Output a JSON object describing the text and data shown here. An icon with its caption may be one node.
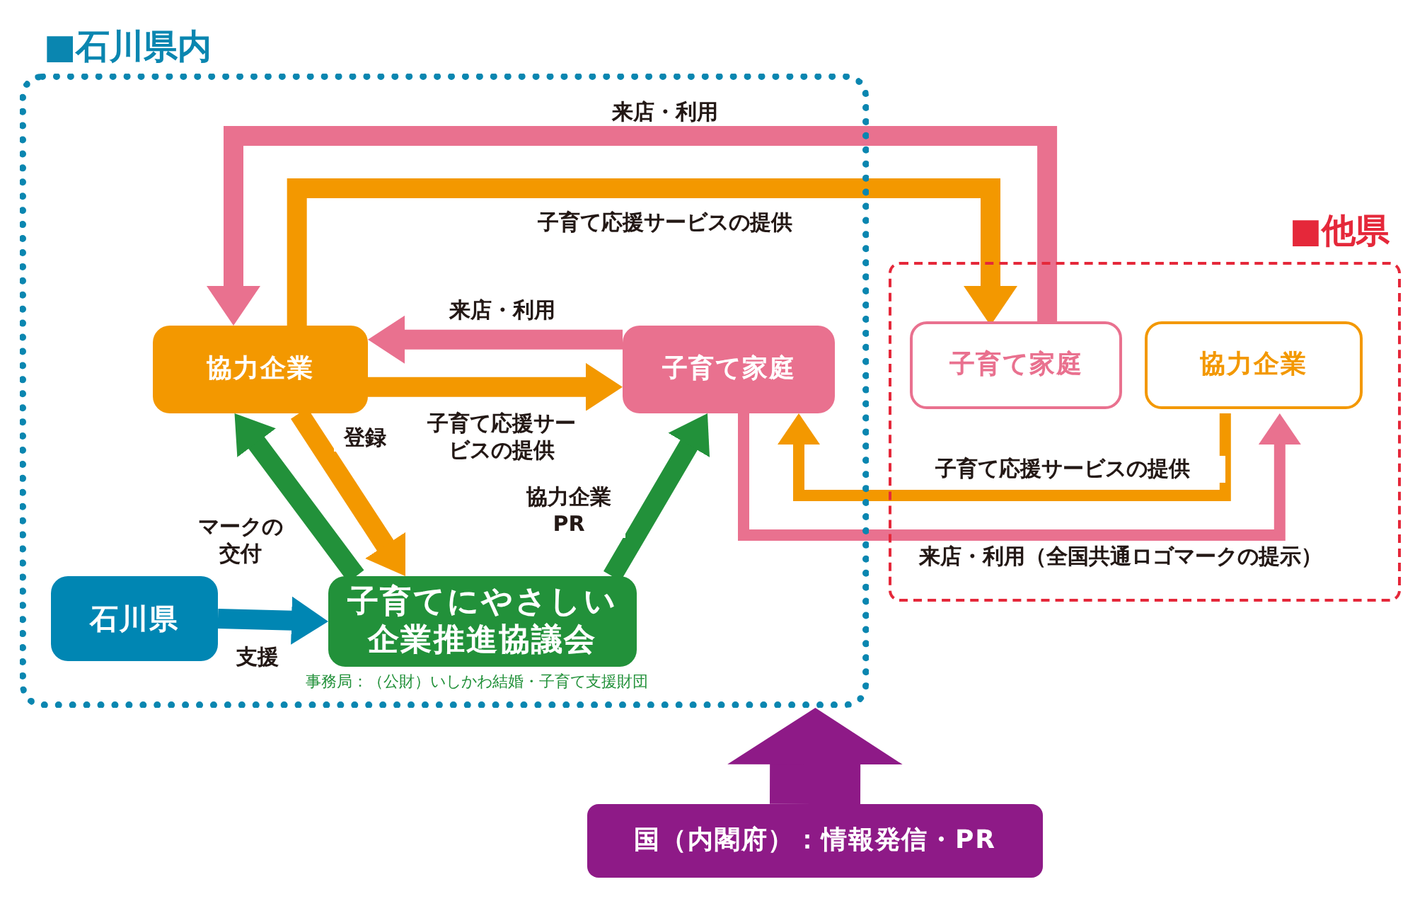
{
  "diagram": {
    "nodes": [
      {
        "text": [
          "■石川県内"
        ]
      },
      {
        "text": [
          "■他県"
        ]
      },
      {
        "text": [
          "協力企業"
        ],
        "in": 0
      },
      {
        "text": [
          "子育て家庭"
        ],
        "in": 0
      },
      {
        "text": [
          "石川県"
        ],
        "in": 0
      },
      {
        "text": [
          "子育てにやさしい企業推進協議会"
        ],
        "in": 0,
        "beside": [
          "事務局：（公財）いしかわ結婚・子育て支援財団"
        ]
      },
      {
        "text": [
          "子育て家庭"
        ],
        "in": 1
      },
      {
        "text": [
          "協力企業"
        ],
        "in": 1
      },
      {
        "text": [
          "国（内閣府）：情報発信・PR"
        ]
      }
    ],
    "edges": [
      {
        "from": 6,
        "to": 2,
        "arrow": "to",
        "label": "来店・利用",
        "color": "#e9718f"
      },
      {
        "from": 2,
        "to": 6,
        "arrow": "to",
        "label": "子育て応援サービスの提供"
      },
      {
        "from": 3,
        "to": 2,
        "arrow": "to",
        "label": "来店・利用",
        "color": "#e9718f"
      },
      {
        "from": 2,
        "to": 3,
        "arrow": "to",
        "label": "子育て応援サービスの提供"
      },
      {
        "from": 2,
        "to": 5,
        "arrow": "to",
        "label": "登録"
      },
      {
        "from": 5,
        "to": 2,
        "arrow": "to",
        "label": "マークの交付",
        "color": "#22913a"
      },
      {
        "from": 4,
        "to": 5,
        "arrow": "to",
        "label": "支援",
        "color": "#0086b3"
      },
      {
        "from": 5,
        "to": 3,
        "arrow": "to",
        "label": "協力企業PR",
        "color": "#22913a"
      },
      {
        "from": 7,
        "to": 3,
        "arrow": "to",
        "label": "子育て応援サービスの提供"
      },
      {
        "from": 3,
        "to": 7,
        "arrow": "to",
        "label": "来店・利用（全国共通ロゴマークの提示）",
        "color": "#e9718f"
      },
      {
        "from": 8,
        "to": 0,
        "arrow": "to",
        "color": "#8e1a87"
      }
    ]
  }
}
